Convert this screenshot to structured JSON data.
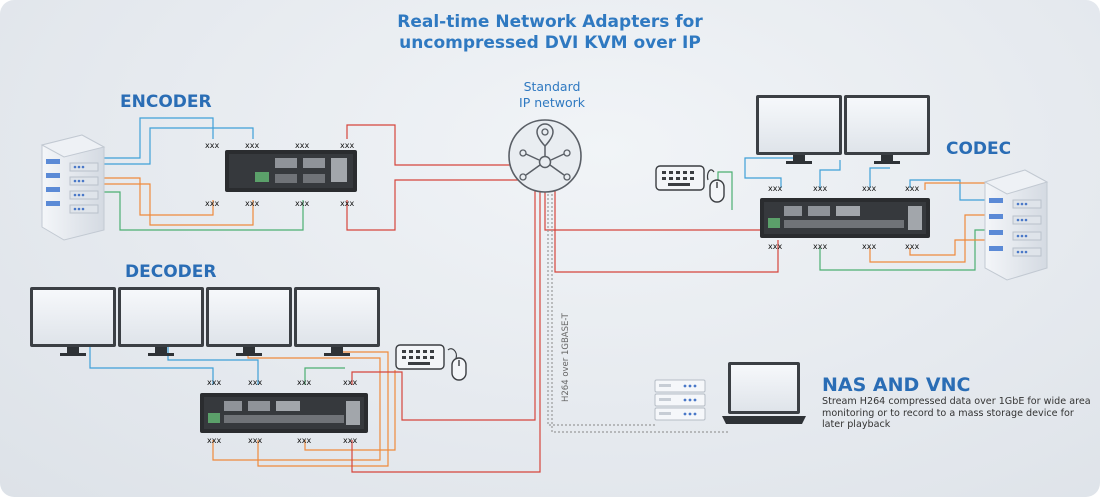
{
  "title": {
    "line1": "Real-time Network Adapters for",
    "line2": "uncompressed DVI KVM over IP"
  },
  "network": {
    "line1": "Standard",
    "line2": "IP network"
  },
  "sections": {
    "encoder": "ENCODER",
    "decoder": "DECODER",
    "codec": "CODEC",
    "nas": "NAS AND VNC"
  },
  "nas_description": "Stream H264 compressed data over 1GbE for wide area monitoring or to record to a mass storage device for later playback",
  "link_label": "H264 over 1GBASE-T",
  "port_label": "xxx",
  "colors": {
    "title": "#2f79c1",
    "section_label": "#2a6db5",
    "network_red": "#d6453c",
    "video_blue": "#3fa0d8",
    "usb_orange": "#ef8a3c",
    "green": "#4caf72",
    "gray_dashed": "#9a9a9a"
  },
  "icons": [
    "network-hub-icon",
    "server-rack-icon",
    "monitor-icon",
    "keyboard-icon",
    "mouse-icon",
    "nas-device-icon",
    "laptop-icon",
    "adapter-board-icon"
  ]
}
